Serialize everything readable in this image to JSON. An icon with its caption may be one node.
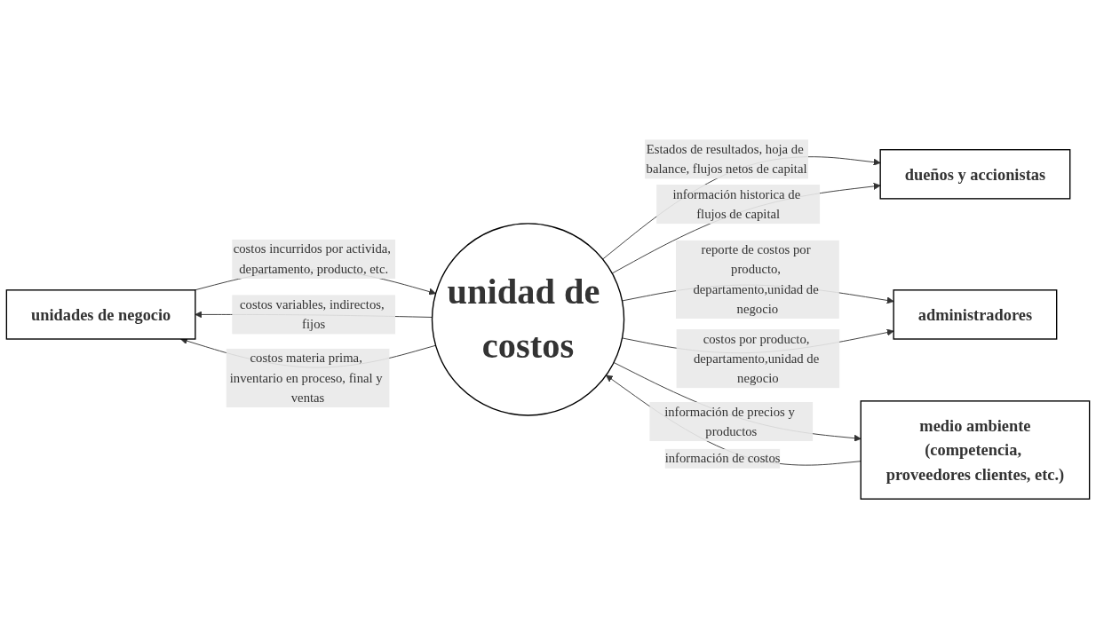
{
  "diagram": {
    "nodes": [
      {
        "text": [
          "unidades de negocio"
        ]
      },
      {
        "text": [
          "dueños y accionistas"
        ]
      },
      {
        "text": [
          "unidad de costos"
        ]
      },
      {
        "text": [
          "administradores"
        ]
      },
      {
        "text": [
          "medio ambiente",
          "(competencia, proveedores clientes, etc.)"
        ]
      }
    ],
    "edges": [
      {
        "from": 2,
        "to": 0,
        "arrow": "to",
        "label": "costos variables, indirectos, fijos"
      },
      {
        "from": 0,
        "to": 2,
        "arrow": "to",
        "label": "costos incurridos por activida, departamento, producto, etc."
      },
      {
        "from": 2,
        "to": 0,
        "arrow": "to",
        "label": "costos materia prima, inventario en proceso, final y ventas"
      },
      {
        "from": 2,
        "to": 1,
        "arrow": "to",
        "label": "Estados de resultados, hoja de balance, flujos netos de capital"
      },
      {
        "from": 2,
        "to": 1,
        "arrow": "to",
        "label": "información historica de flujos de capital"
      },
      {
        "from": 2,
        "to": 3,
        "arrow": "to",
        "label": "reporte de costos por producto, departamento,unidad de negocio"
      },
      {
        "from": 2,
        "to": 3,
        "arrow": "to",
        "label": "costos por producto, departamento,unidad de negocio"
      },
      {
        "from": 2,
        "to": 4,
        "arrow": "to",
        "label": "información de precios y productos"
      },
      {
        "from": 4,
        "to": 2,
        "arrow": "to",
        "label": "información de costos"
      }
    ]
  }
}
